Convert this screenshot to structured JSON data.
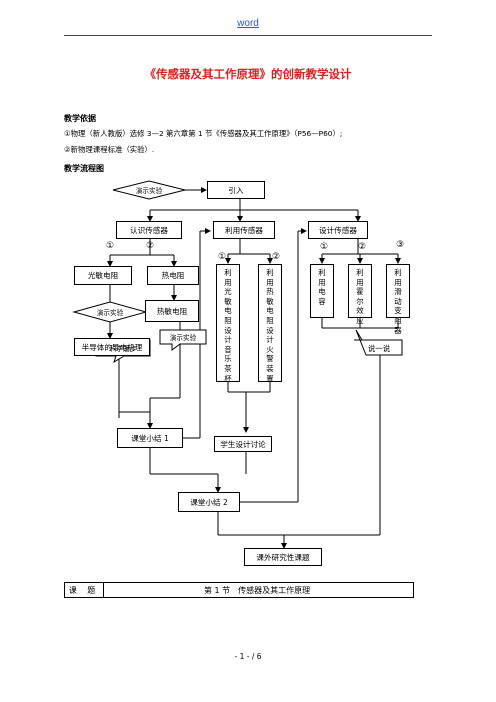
{
  "header": {
    "link_text": "word"
  },
  "title": "《传感器及其工作原理》的创新教学设计",
  "basis": {
    "heading": "教学依据",
    "lines": [
      "①物理（新人教版）选修 3—2 第六章第 1 节《传感器及其工作原理》（P56—P60）;",
      "②新物理课程标准（实验）."
    ]
  },
  "flow": {
    "heading": "教学流程图",
    "demo_1": "演示实验",
    "intro": "引入",
    "recognize": "认识传感器",
    "use": "利用传感器",
    "design": "设计传感器",
    "marks": {
      "one": "①",
      "two": "②",
      "three": "③"
    },
    "photoresistor": "光敏电阻",
    "thermistor": "热电阻",
    "demo_2": "演示实验",
    "thermistor_2": "热敏电阻",
    "demo_3": "演示实验",
    "semiconductor": "半导体的导电机理",
    "science_walk": "科学漫步",
    "use_1": "利用光敏电阻设计音乐茶杯",
    "use_2": "利用热敏电阻设计火警装置",
    "design_1": "利用电容",
    "design_2": "利用霍尔效应",
    "design_3": "利用滑动变阻器",
    "discuss": "学生设计讨论",
    "talk": "说一说",
    "summary_1": "课堂小结 1",
    "summary_2": "课堂小结 2",
    "research": "课外研究性课题"
  },
  "subject_table": {
    "label": "课 题",
    "value": "第 1 节　传感器及其工作原理"
  },
  "footer": {
    "page": "- 1 - / 6"
  }
}
